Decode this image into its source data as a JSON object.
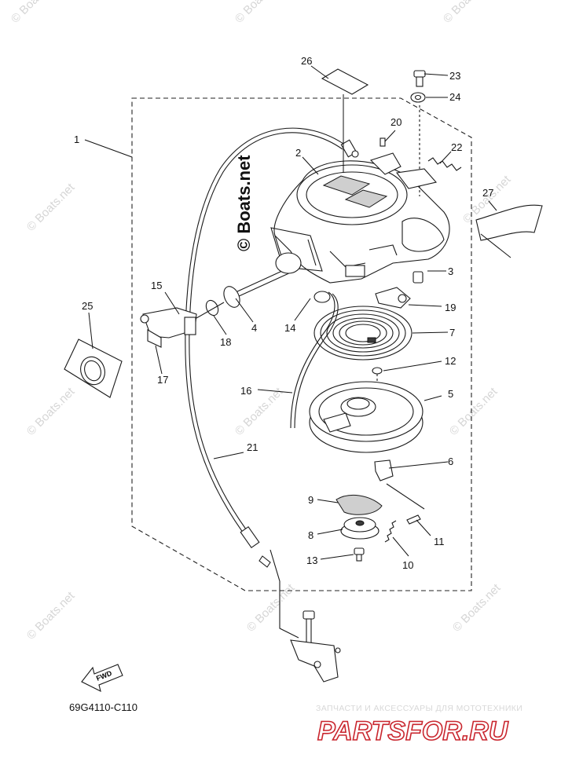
{
  "diagram": {
    "catalog_code": "69G4110-C110",
    "direction_label": "FWD",
    "watermark": "© Boats.net",
    "promo": {
      "top_text": "ЗАПЧАСТИ И АКСЕССУАРЫ ДЛЯ МОТОТЕХНИКИ",
      "logo_text": "PARTSFOR.RU",
      "logo_color": "#c9262e"
    },
    "callouts": [
      "1",
      "2",
      "3",
      "4",
      "5",
      "6",
      "7",
      "8",
      "9",
      "10",
      "11",
      "12",
      "13",
      "14",
      "15",
      "16",
      "17",
      "18",
      "19",
      "20",
      "21",
      "22",
      "23",
      "24",
      "25",
      "26",
      "27"
    ]
  }
}
